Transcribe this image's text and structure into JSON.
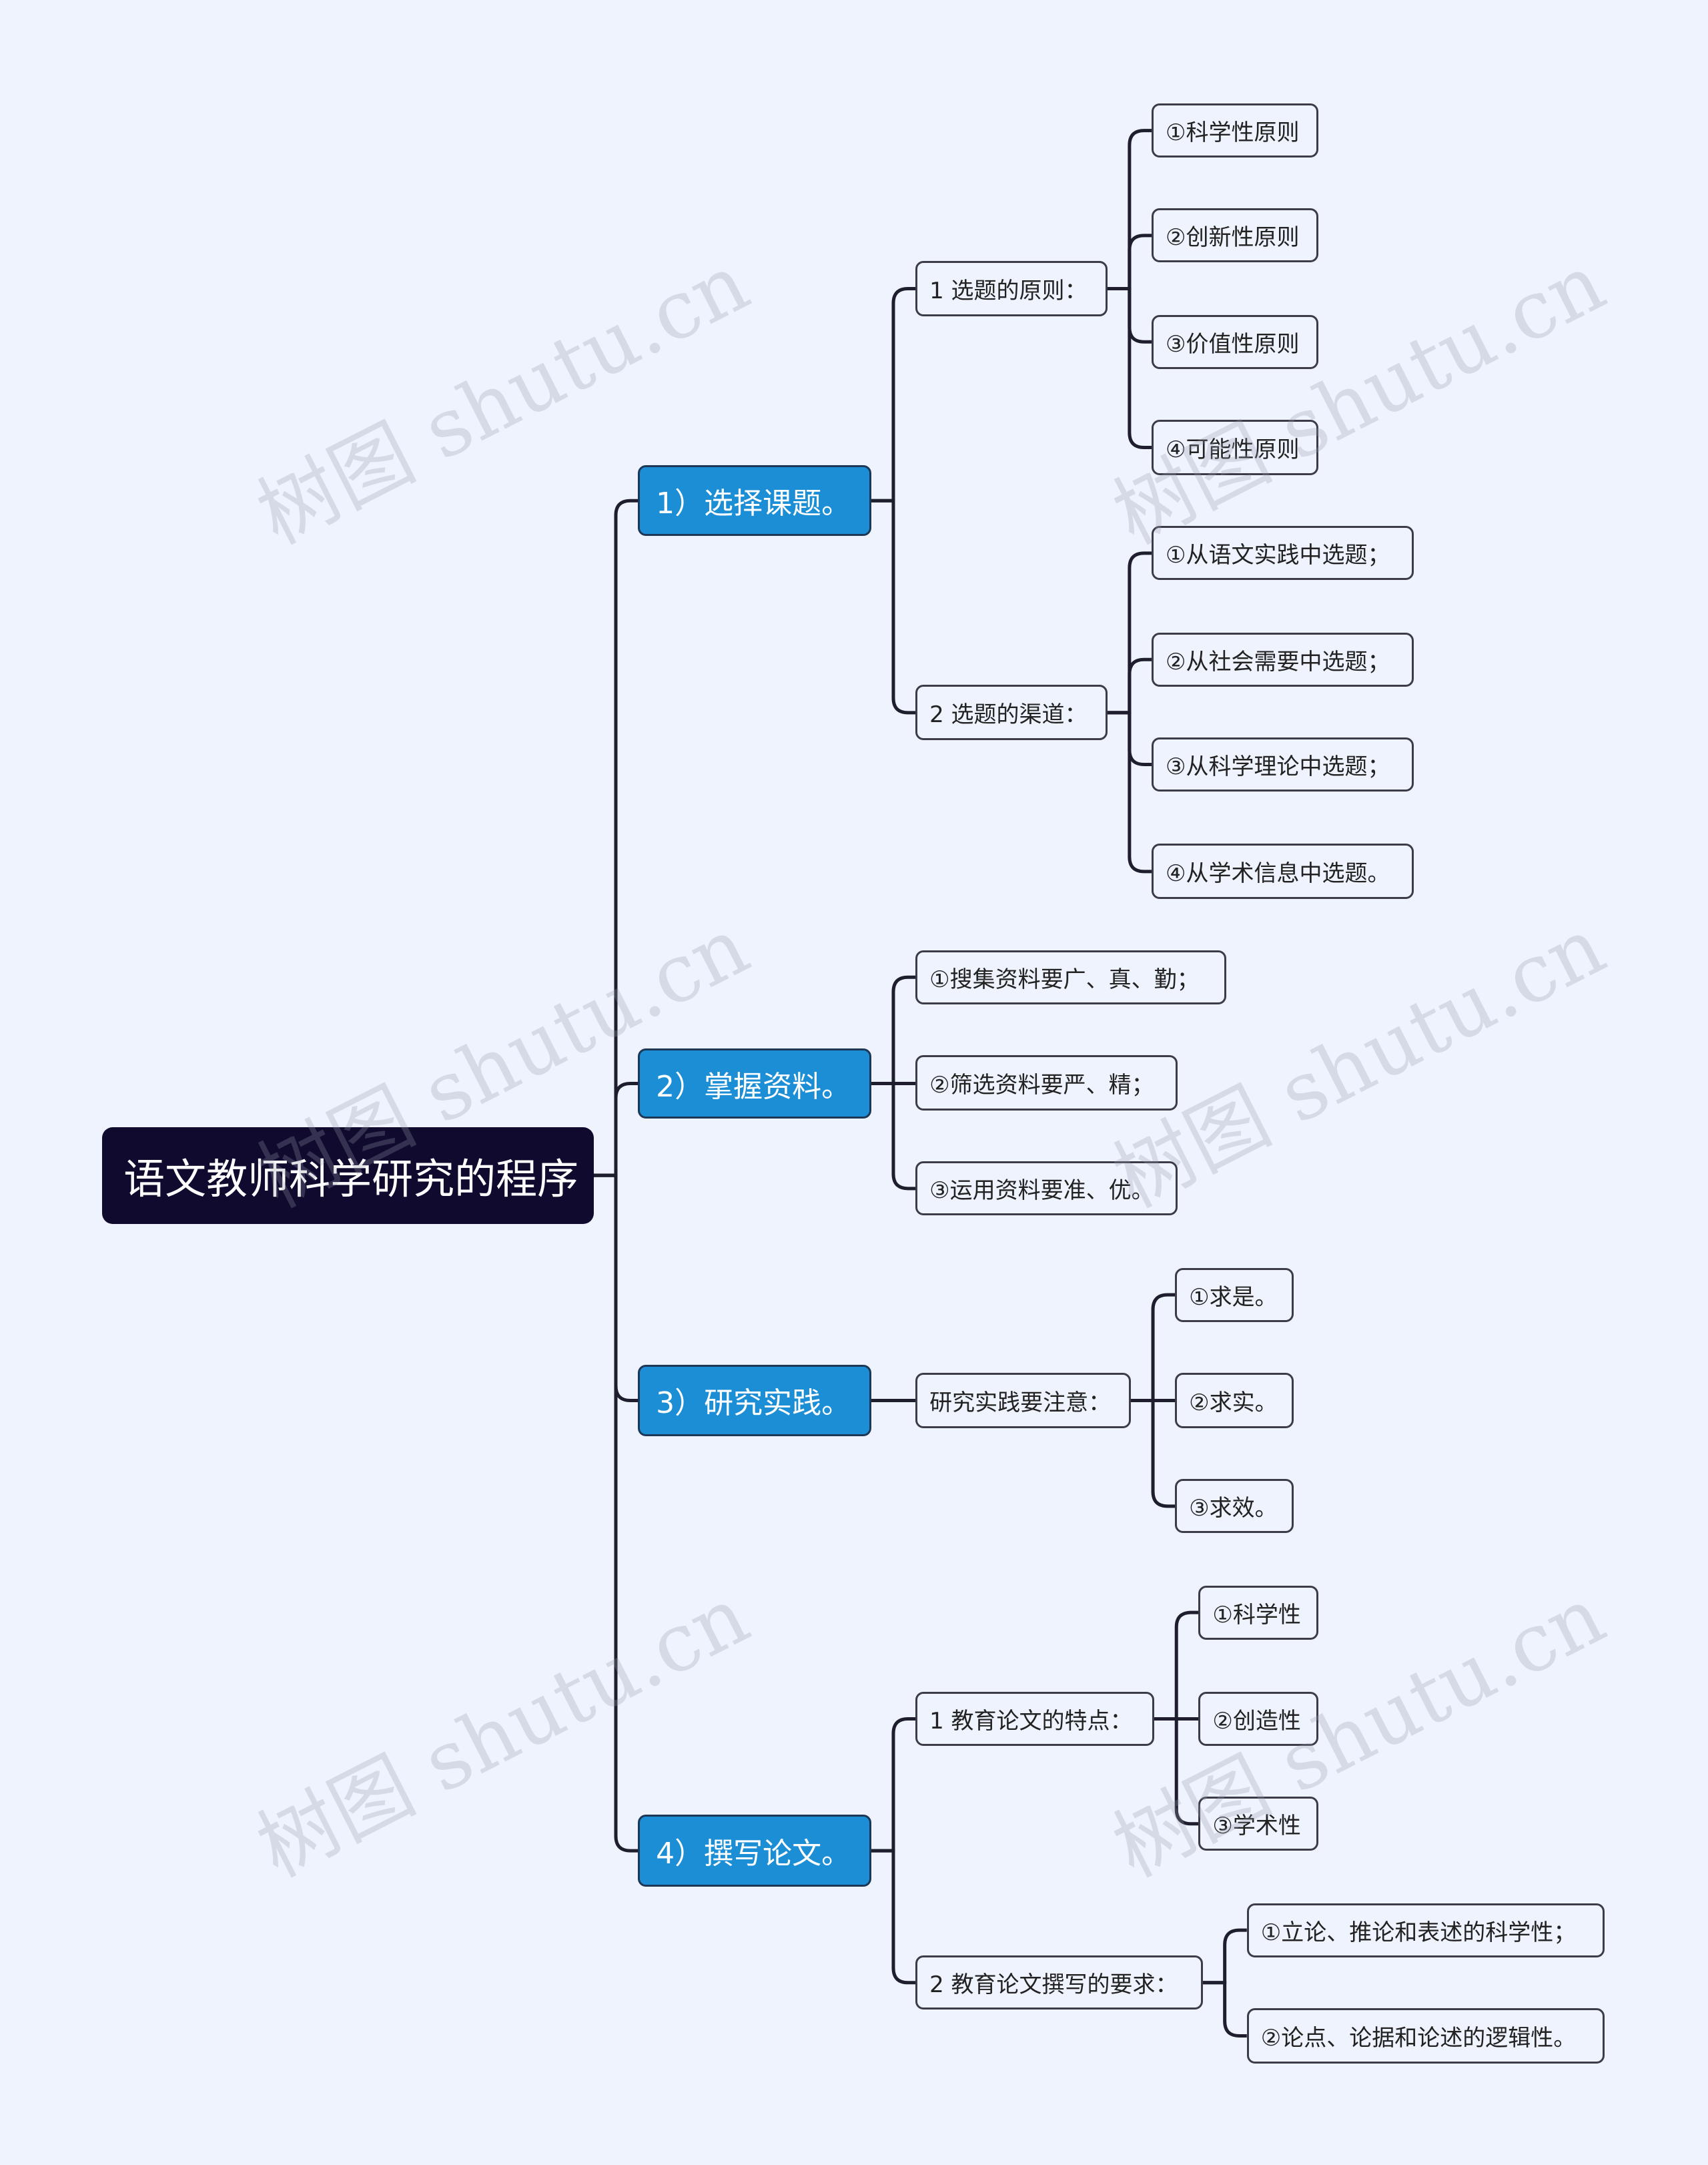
{
  "watermark": "树图 shutu.cn",
  "colors": {
    "background": "#eef3fe",
    "root": "#0f0a2e",
    "branch": "#1b8ed6",
    "line": "#1e1e2e"
  },
  "root": {
    "label": "语文教师科学研究的程序"
  },
  "branches": [
    {
      "label": "1）选择课题。",
      "children": [
        {
          "label": "1 选题的原则：",
          "children": [
            "①科学性原则",
            "②创新性原则",
            "③价值性原则",
            "④可能性原则"
          ]
        },
        {
          "label": "2 选题的渠道：",
          "children": [
            "①从语文实践中选题；",
            "②从社会需要中选题；",
            "③从科学理论中选题；",
            "④从学术信息中选题。"
          ]
        }
      ]
    },
    {
      "label": "2）掌握资料。",
      "children": [
        {
          "label": "①搜集资料要广、真、勤；",
          "children": []
        },
        {
          "label": "②筛选资料要严、精；",
          "children": []
        },
        {
          "label": "③运用资料要准、优。",
          "children": []
        }
      ]
    },
    {
      "label": "3）研究实践。",
      "children": [
        {
          "label": "研究实践要注意：",
          "children": [
            "①求是。",
            "②求实。",
            "③求效。"
          ]
        }
      ]
    },
    {
      "label": "4）撰写论文。",
      "children": [
        {
          "label": "1 教育论文的特点：",
          "children": [
            "①科学性",
            "②创造性",
            "③学术性"
          ]
        },
        {
          "label": "2 教育论文撰写的要求：",
          "children": [
            "①立论、推论和表述的科学性；",
            "②论点、论据和论述的逻辑性。"
          ]
        }
      ]
    }
  ]
}
